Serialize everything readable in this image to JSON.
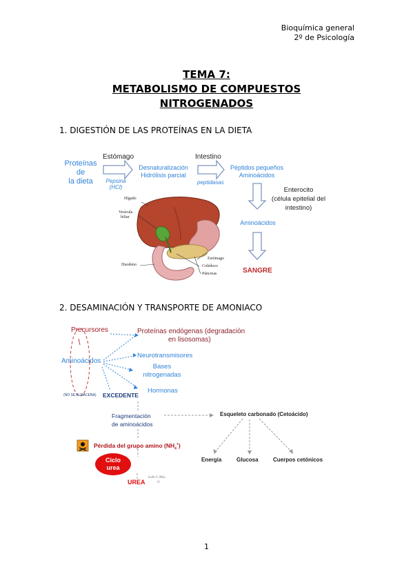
{
  "header": {
    "course": "Bioquímica general",
    "group": "2º de Psicología"
  },
  "title": {
    "line1": "TEMA 7:",
    "line2": "METABOLISMO DE COMPUESTOS",
    "line3": "NITROGENADOS"
  },
  "section1": {
    "heading": "1.  DIGESTIÓN DE LAS PROTEÍNAS EN LA DIETA",
    "proteins": [
      "Proteínas",
      "de",
      "la dieta"
    ],
    "stomach": "Estómago",
    "pepsin": [
      "Pepsina",
      "(HCl)"
    ],
    "denat": [
      "Desnaturalización",
      "Hidrólisis parcial"
    ],
    "intestine": "Intestino",
    "peptidases": "peptidasas",
    "small_peptides": [
      "Péptidos pequeños",
      "Aminoácidos"
    ],
    "enterocyte": [
      "Enterocito",
      "(célula epitelial del",
      "intestino)"
    ],
    "aminoacids": "Aminoácidos",
    "blood": "SANGRE",
    "anatomy": {
      "liver": "Hígado",
      "gallbladder": [
        "Vesícula",
        "biliar"
      ],
      "duodenum": "Duodeno",
      "stomach": "Estómago",
      "bile_duct": "Colédoco",
      "pancreas": "Páncreas"
    }
  },
  "section2": {
    "heading": "2.  DESAMINACIÓN Y TRANSPORTE DE AMONIACO",
    "precursors": "Precursores",
    "aminoacids": "Aminoácidos",
    "endogenous": [
      "Proteínas endógenas (degradación",
      "en lisosomas)"
    ],
    "neurotransmitters": "Neurotransmisores",
    "bases": [
      "Bases",
      "nitrogenadas"
    ],
    "hormones": "Hormonas",
    "not_stored": "(NO SE ALMACENA)",
    "excess": "EXCEDENTE",
    "fragmentation": [
      "Fragmentación",
      "de aminoácidos"
    ],
    "carbon_skeleton": "Esqueleto carbonado (Cetoácido)",
    "energy": "Energía",
    "glucose": "Glucosa",
    "ketone_bodies": "Cuerpos cetónicos",
    "amino_loss": "Pérdida del grupo amino (NH",
    "nh4_sub": "4",
    "nh4_sup": "+",
    "nh4_close": ")",
    "urea_cycle": [
      "Ciclo",
      "urea"
    ],
    "urea": "UREA"
  },
  "page_number": "1",
  "colors": {
    "blue": "#2f82d8",
    "red": "#a11c24",
    "urea_red": "#e10f0f",
    "liver": "#b5452c"
  }
}
